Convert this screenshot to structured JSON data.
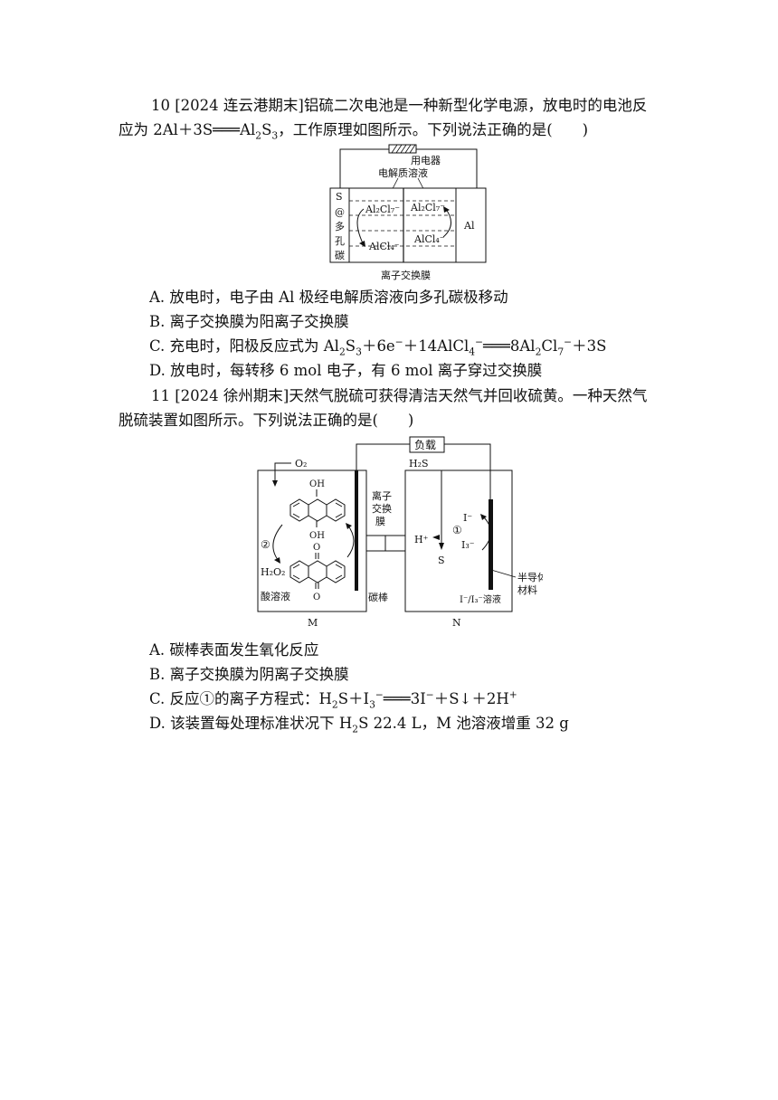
{
  "q10": {
    "line1": "10 [2024 连云港期末]铝硫二次电池是一种新型化学电源，放电时的电池反",
    "line2_a": "应为 2Al＋3S",
    "eq": "═══",
    "line2_b": "Al",
    "line2_sub1": "2",
    "line2_c": "S",
    "line2_sub2": "3",
    "line2_d": "，工作原理如图所示。下列说法正确的是(　　)",
    "figure": {
      "device": "用电器",
      "electrolyte": "电解质溶液",
      "left_electrode": [
        "S",
        "@",
        "多",
        "孔",
        "碳"
      ],
      "right_electrode": "Al",
      "ion1": "Al₂Cl₇⁻",
      "ion2": "Al₂Cl₇⁻",
      "ion3": "AlCl₄⁻",
      "ion4": "AlCl₄⁻",
      "membrane": "离子交换膜"
    },
    "options": {
      "A": "A.  放电时，电子由 Al 极经电解质溶液向多孔碳极移动",
      "B": "B.  离子交换膜为阳离子交换膜",
      "C_a": "C.  充电时，阳极反应式为 Al",
      "C_b": "S",
      "C_c": "＋6e",
      "C_d": "＋14AlCl",
      "C_e": "═══8Al",
      "C_f": "Cl",
      "C_g": "＋3S",
      "D": "D.  放电时，每转移 6 mol 电子，有 6 mol 离子穿过交换膜"
    }
  },
  "q11": {
    "line1": "11 [2024 徐州期末]天然气脱硫可获得清洁天然气并回收硫黄。一种天然气",
    "line2": "脱硫装置如图所示。下列说法正确的是(　　)",
    "figure": {
      "load": "负载",
      "o2": "O₂",
      "oh_top": "OH",
      "oh_bottom": "OH",
      "o_top": "O",
      "o_bottom": "O",
      "circle2": "②",
      "h2o2": "H₂O₂",
      "acid": "酸溶液",
      "membrane_1": "离子",
      "membrane_2": "交换",
      "membrane_3": "膜",
      "carbon_rod": "碳棒",
      "h2s": "H₂S",
      "circle1": "①",
      "hplus": "H⁺",
      "iminus": "I⁻",
      "i3": "I₃⁻",
      "s": "S",
      "semi_1": "半导体",
      "semi_2": "材料",
      "solution": "I⁻/I₃⁻溶液",
      "label_m": "M",
      "label_n": "N"
    },
    "options": {
      "A": "A.  碳棒表面发生氧化反应",
      "B": "B.  离子交换膜为阴离子交换膜",
      "C_a": "C.  反应①的离子方程式：H",
      "C_b": "S＋I",
      "C_c": "═══3I",
      "C_d": "＋S↓＋2H",
      "D_a": "D.  该装置每处理标准状况下 H",
      "D_b": "S 22.4 L，M 池溶液增重 32 g"
    }
  }
}
